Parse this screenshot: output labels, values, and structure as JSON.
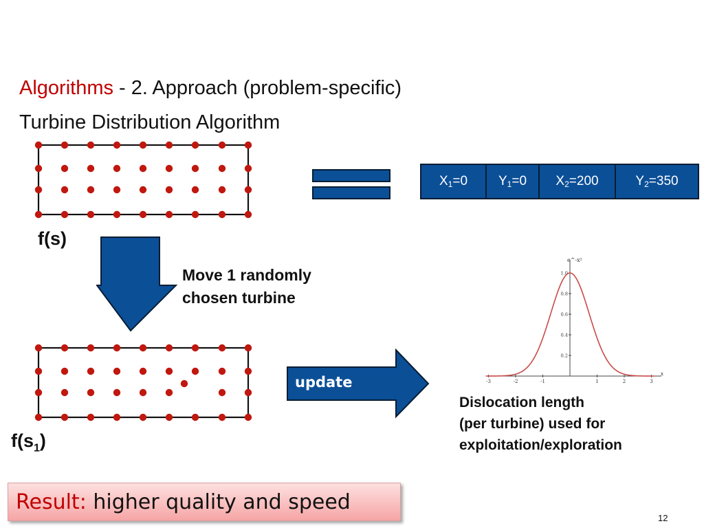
{
  "slide": {
    "title_accent": "Algorithms",
    "title_rest": " - 2. Approach (problem-specific)",
    "subtitle": "Turbine Distribution Algorithm",
    "page_number": "12"
  },
  "state_s": {
    "label": "f(s)"
  },
  "state_s1": {
    "label_main": "f(s",
    "label_sub": "1",
    "label_close": ")"
  },
  "encoding": {
    "cells": [
      {
        "var": "X",
        "sub": "1",
        "value": "=0"
      },
      {
        "var": "Y",
        "sub": "1",
        "value": "=0"
      },
      {
        "var": "X",
        "sub": "2",
        "value": "=200"
      },
      {
        "var": "Y",
        "sub": "2",
        "value": "=350"
      }
    ]
  },
  "move_step": {
    "line1": "Move 1 randomly",
    "line2": "chosen turbine"
  },
  "update_arrow": {
    "label": "update"
  },
  "gaussian_plot": {
    "function_label": "e^-x²",
    "x_ticks": [
      "-3",
      "-2",
      "-1",
      "1",
      "2",
      "3"
    ],
    "x_axis_label": "x",
    "y_ticks": [
      "1.0",
      "0.8",
      "0.6",
      "0.4",
      "0.2"
    ]
  },
  "dislocation_caption": {
    "line1": "Dislocation length",
    "line2": "(per turbine) used for",
    "line3": "exploitation/exploration"
  },
  "result": {
    "label": "Result:",
    "text": " higher quality and speed"
  },
  "colors": {
    "accent_red": "#c00000",
    "turbine_dot": "#c0180f",
    "block_blue": "#0b4f97",
    "curve": "#c84a4a"
  }
}
